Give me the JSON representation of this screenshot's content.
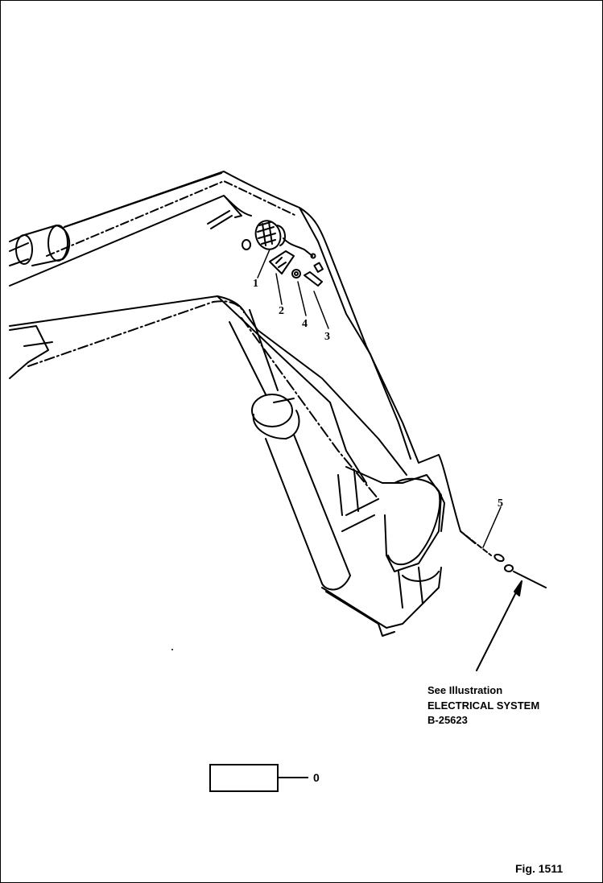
{
  "diagram": {
    "callouts": [
      "1",
      "2",
      "3",
      "4",
      "5"
    ],
    "reference_note": {
      "line1": "See Illustration",
      "line2": "ELECTRICAL SYSTEM",
      "line3": "B-25623"
    },
    "legend_number": "0",
    "figure_label": "Fig. 1511",
    "line_color": "#000000"
  }
}
